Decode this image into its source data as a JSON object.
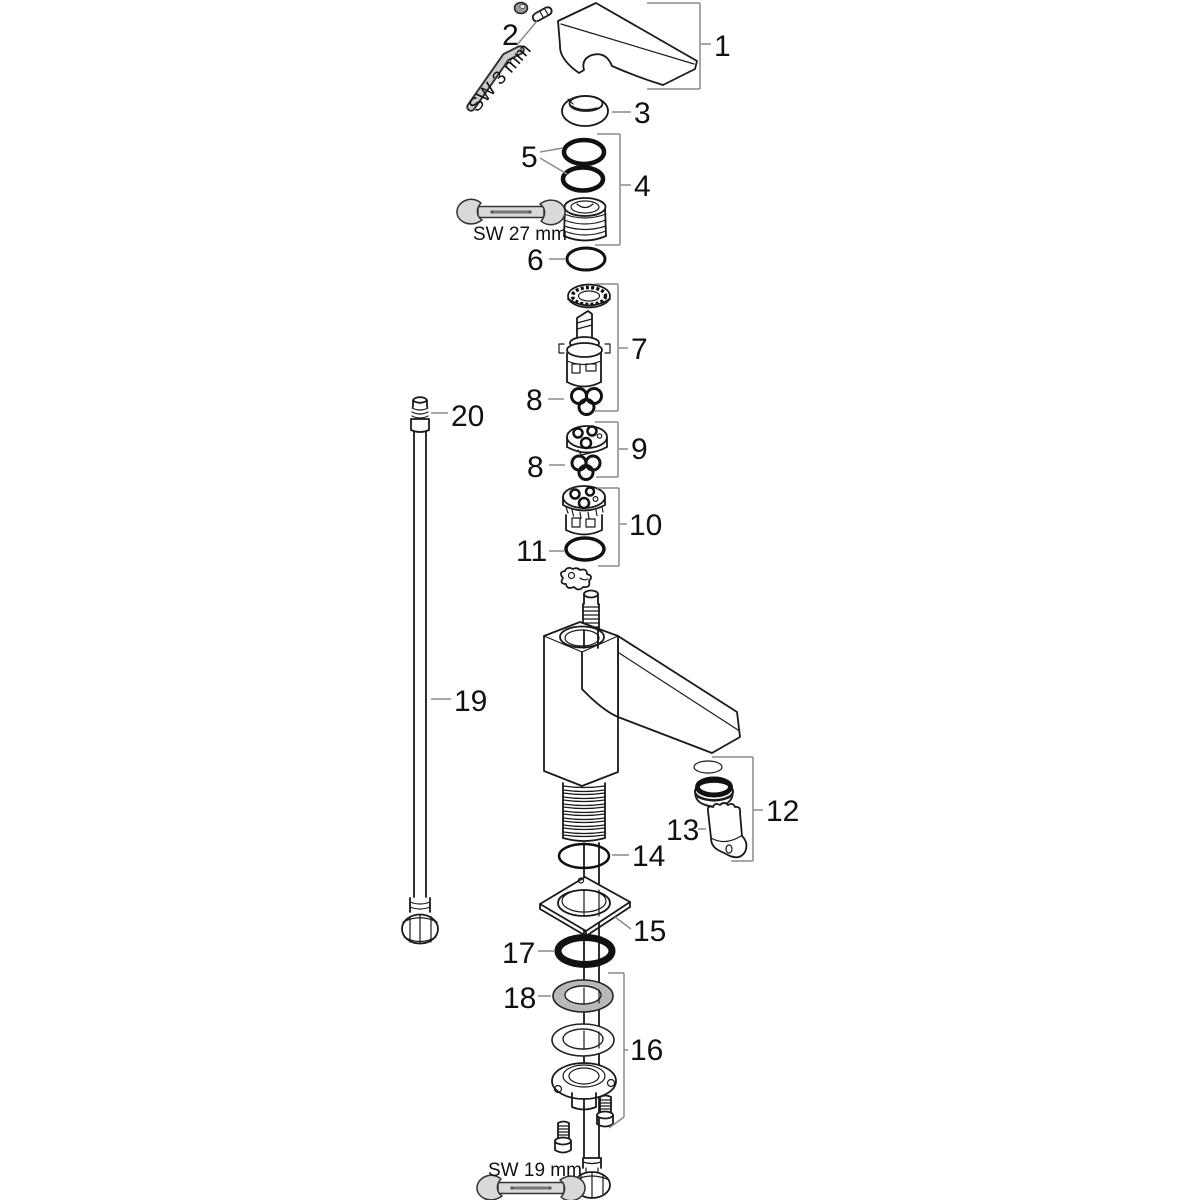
{
  "diagram": {
    "type": "exploded-parts-diagram",
    "subject": "single-lever basin mixer faucet service parts",
    "background": "#ffffff",
    "line_color": "#1a1a1a",
    "metal_gray": "#d9d9d9",
    "washer_gray": "#b8b8b8",
    "callouts": {
      "c1": "1",
      "c2": "2",
      "c3": "3",
      "c4": "4",
      "c5": "5",
      "c6": "6",
      "c7": "7",
      "c8a": "8",
      "c8b": "8",
      "c9": "9",
      "c10": "10",
      "c11": "11",
      "c12": "12",
      "c13": "13",
      "c14": "14",
      "c15": "15",
      "c16": "16",
      "c17": "17",
      "c18": "18",
      "c19": "19",
      "c20": "20"
    },
    "tools": {
      "t_allen": "SW 3 mm",
      "t_w27": "SW 27 mm",
      "t_w19": "SW 19 mm"
    }
  }
}
